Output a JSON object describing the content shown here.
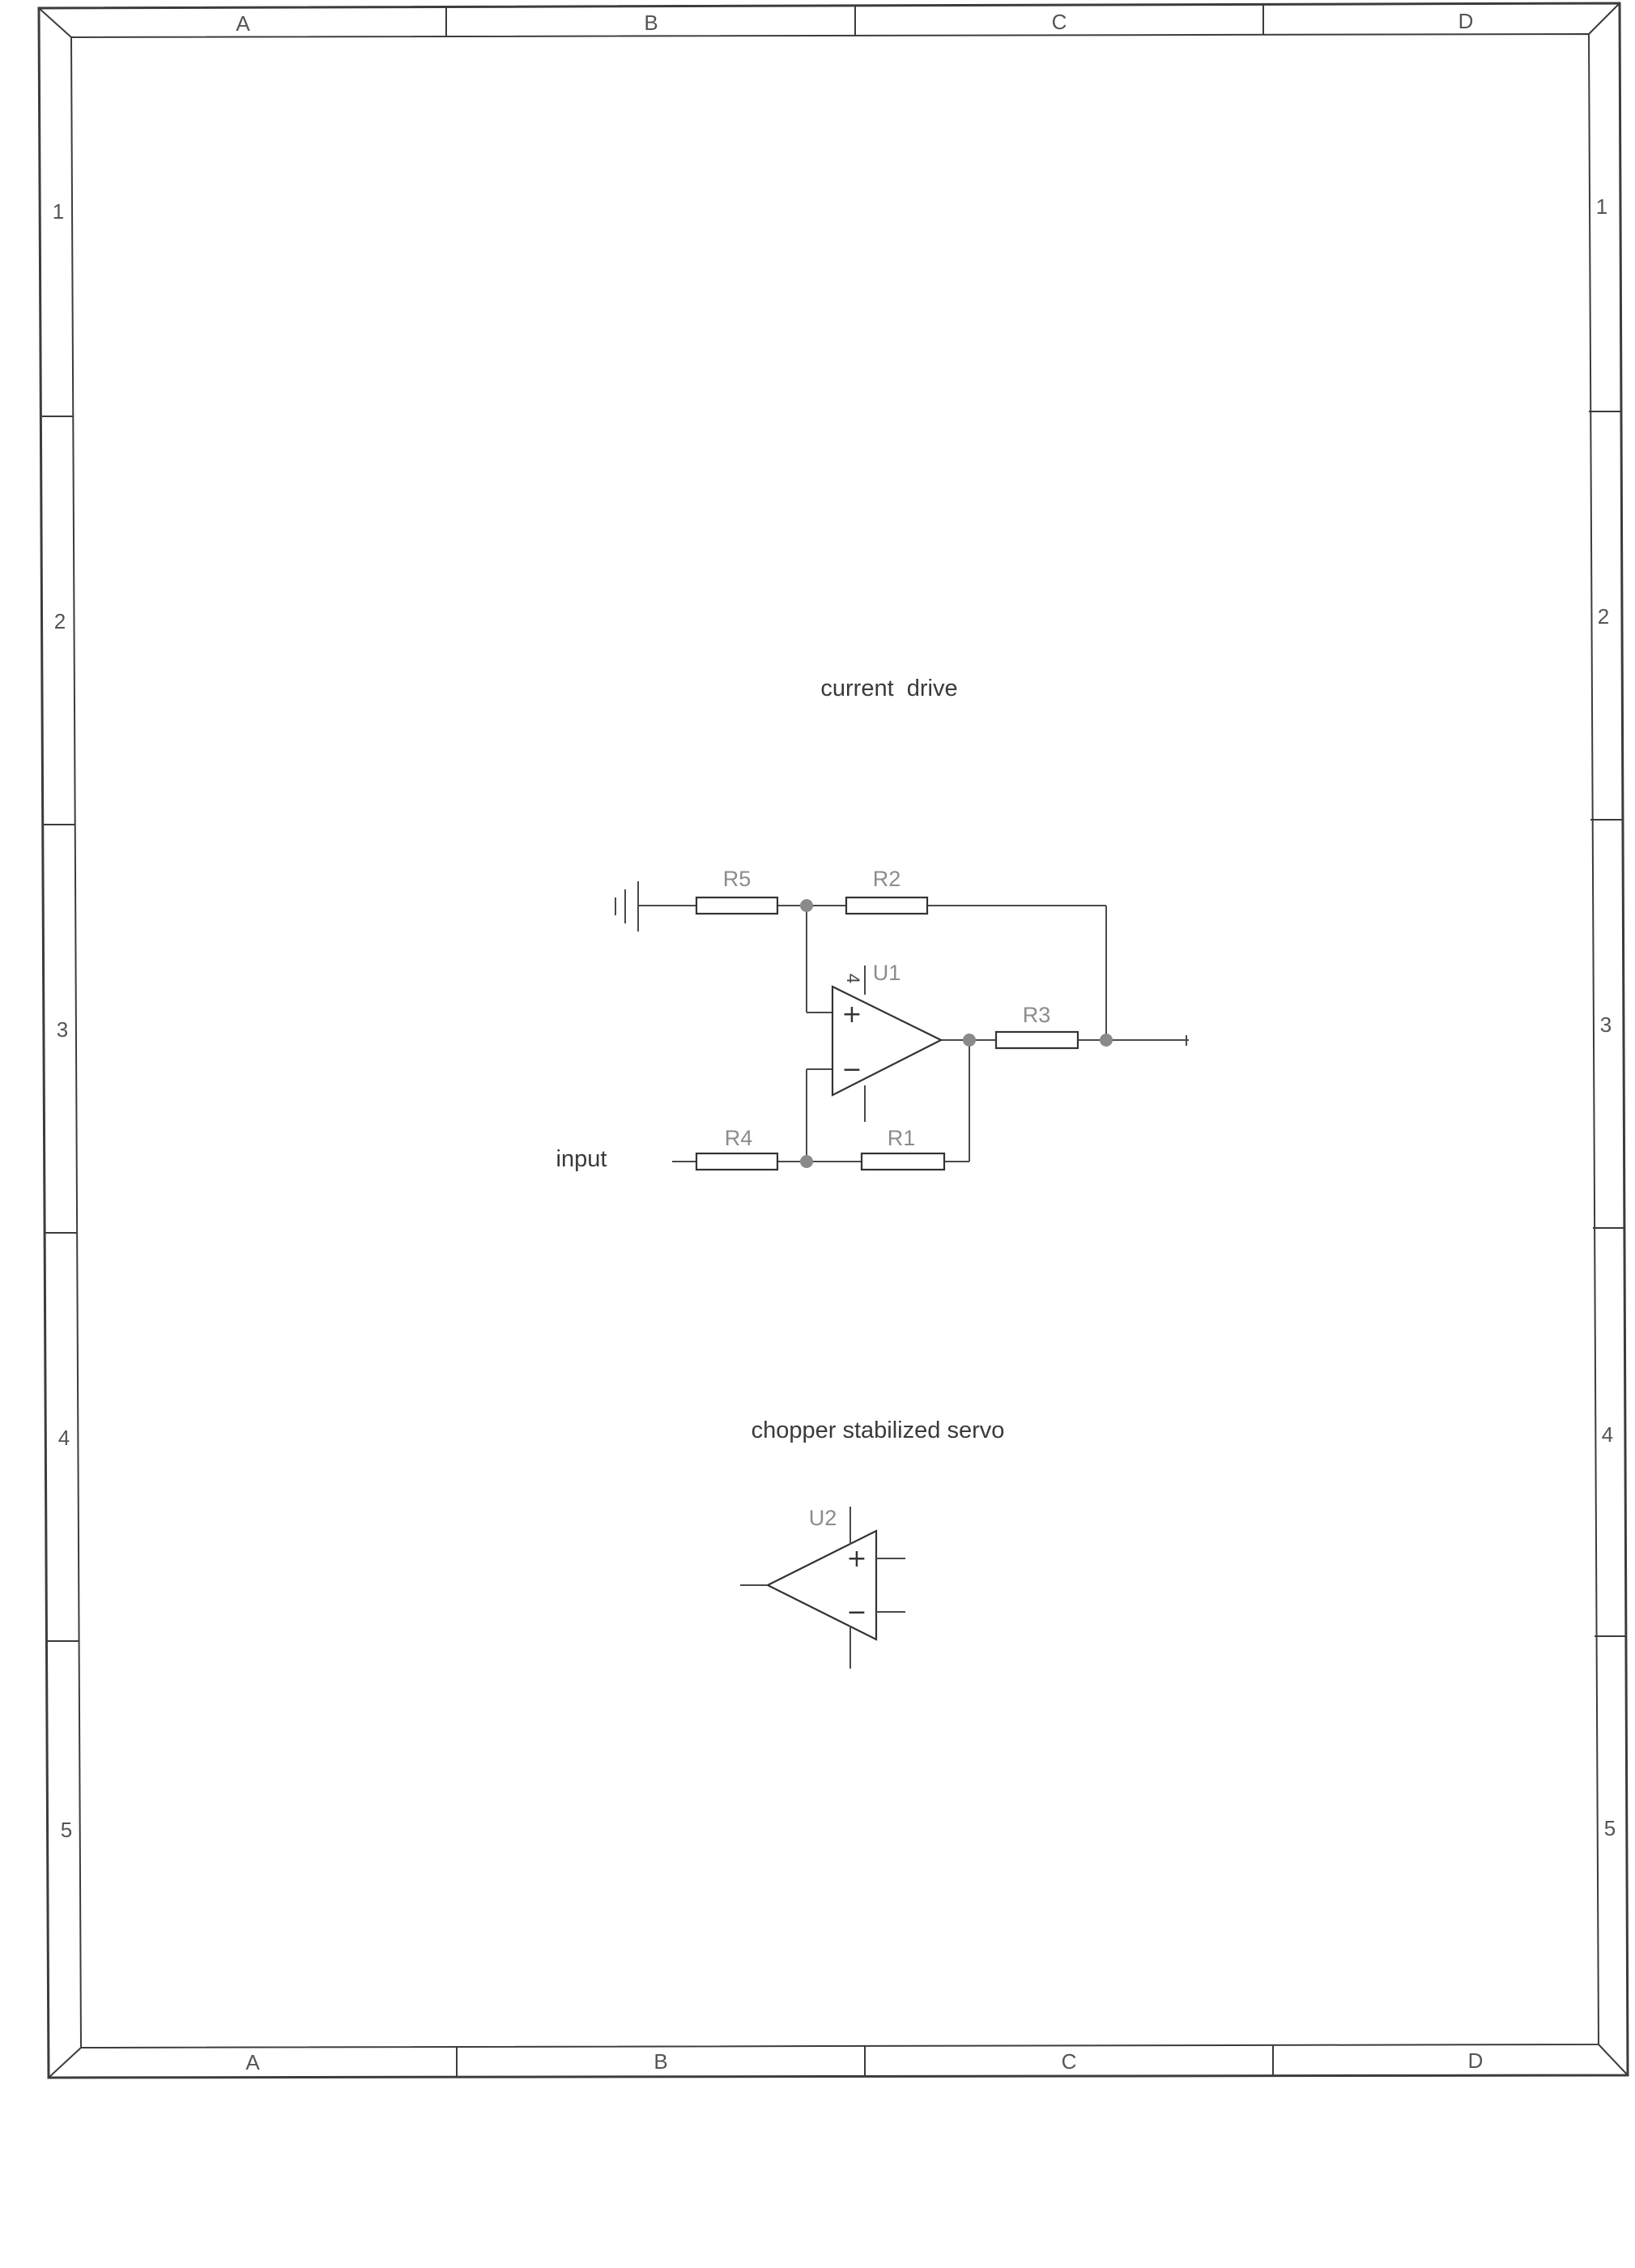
{
  "frame": {
    "columns": [
      "A",
      "B",
      "C",
      "D"
    ],
    "rows": [
      "1",
      "2",
      "3",
      "4",
      "5"
    ]
  },
  "schematic": {
    "current_drive": {
      "title": "current  drive",
      "input_label": "input",
      "resistors": {
        "r1": "R1",
        "r2": "R2",
        "r3": "R3",
        "r4": "R4",
        "r5": "R5"
      },
      "opamp": {
        "ref": "U1",
        "pin": "4",
        "plus": "+",
        "minus": "−"
      }
    },
    "servo": {
      "title": "chopper stabilized servo",
      "opamp": {
        "ref": "U2",
        "plus": "+",
        "minus": "−"
      }
    }
  },
  "colors": {
    "ink": "#333333",
    "ref_labels": "#8c8c8c",
    "junction": "#8a8a8a",
    "paper": "#ffffff"
  }
}
